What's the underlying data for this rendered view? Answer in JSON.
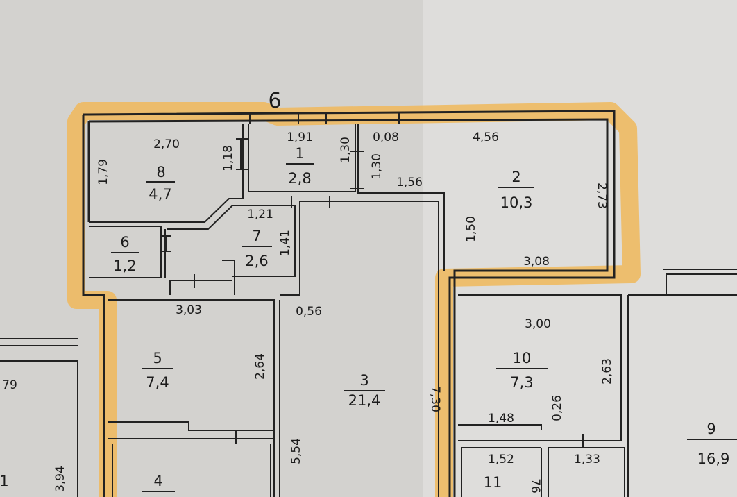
{
  "plan": {
    "axis_label": "6",
    "rooms": [
      {
        "id": "r8",
        "number": "8",
        "area": "4,7"
      },
      {
        "id": "r1",
        "number": "1",
        "area": "2,8"
      },
      {
        "id": "r2",
        "number": "2",
        "area": "10,3"
      },
      {
        "id": "r6",
        "number": "6",
        "area": "1,2"
      },
      {
        "id": "r7",
        "number": "7",
        "area": "2,6"
      },
      {
        "id": "r5",
        "number": "5",
        "area": "7,4"
      },
      {
        "id": "r3",
        "number": "3",
        "area": "21,4"
      },
      {
        "id": "r10",
        "number": "10",
        "area": "7,3"
      },
      {
        "id": "r9",
        "number": "9",
        "area": "16,9"
      },
      {
        "id": "r4",
        "number": "4",
        "area": ""
      },
      {
        "id": "r11",
        "number": "11",
        "area": ""
      }
    ],
    "dimensions": [
      "2,70",
      "1,79",
      "1,18",
      "1,91",
      "1,30",
      "1,30",
      "0,08",
      "4,56",
      "1,56",
      "2,73",
      "1,21",
      "1,41",
      "1,50",
      "3,08",
      "3,03",
      "0,56",
      "3,00",
      "2,64",
      "7,30",
      "2,63",
      "0,26",
      "1,48",
      "5,54",
      "1,52",
      "1,33",
      "79",
      "3,94",
      "76",
      "1"
    ]
  }
}
